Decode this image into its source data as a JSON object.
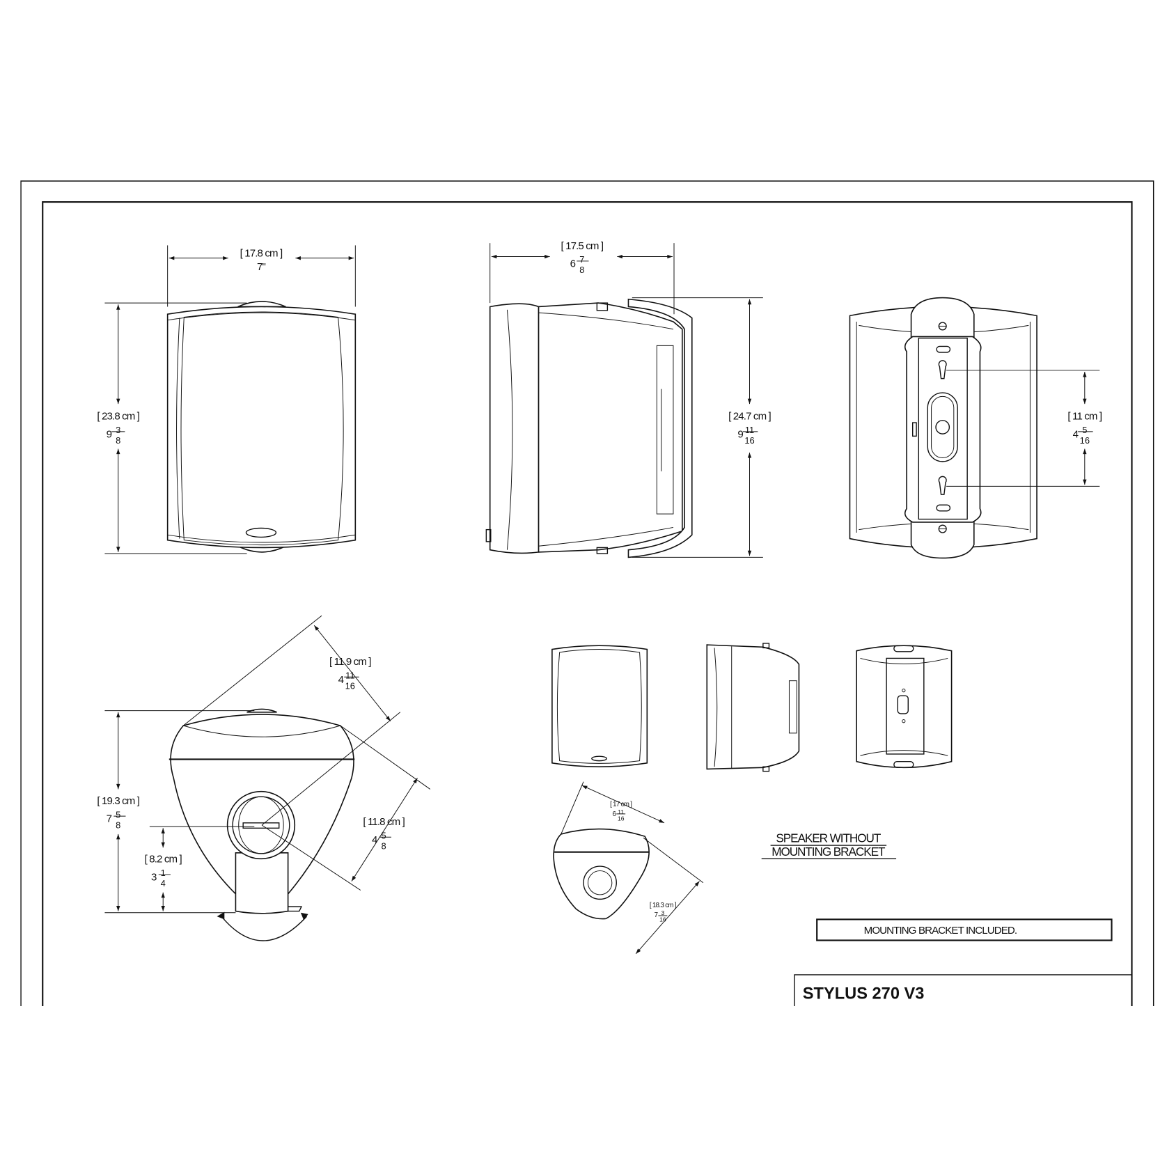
{
  "title_block": {
    "model": "STYLUS 270 V3"
  },
  "notes": {
    "bracket_included": "MOUNTING BRACKET INCLUDED.",
    "speaker_without_line1": "SPEAKER WITHOUT",
    "speaker_without_line2": "MOUNTING BRACKET"
  },
  "dimensions": {
    "front_width": {
      "metric": "[ 17.8 cm ]",
      "whole": "7\"",
      "num": "",
      "den": ""
    },
    "front_height": {
      "metric": "[ 23.8 cm ]",
      "whole": "9",
      "num": "3",
      "den": "8"
    },
    "side_depth": {
      "metric": "[ 17.5 cm ]",
      "whole": "6",
      "num": "7",
      "den": "8"
    },
    "side_height": {
      "metric": "[ 24.7 cm ]",
      "whole": "9",
      "num": "11",
      "den": "16"
    },
    "back_hole_spacing": {
      "metric": "[ 11 cm ]",
      "whole": "4",
      "num": "5",
      "den": "16"
    },
    "profile_top": {
      "metric": "[ 11.9 cm ]",
      "whole": "4",
      "num": "11",
      "den": "16"
    },
    "profile_height": {
      "metric": "[ 19.3 cm ]",
      "whole": "7",
      "num": "5",
      "den": "8"
    },
    "profile_pivot": {
      "metric": "[ 8.2 cm ]",
      "whole": "3",
      "num": "1",
      "den": "4"
    },
    "profile_bottom": {
      "metric": "[ 11.8 cm ]",
      "whole": "4",
      "num": "5",
      "den": "8"
    },
    "small_profile_top": {
      "metric": "[ 17 cm ]",
      "whole": "6",
      "num": "11",
      "den": "16"
    },
    "small_profile_bottom": {
      "metric": "[ 18.3 cm ]",
      "whole": "7",
      "num": "3",
      "den": "16"
    }
  }
}
